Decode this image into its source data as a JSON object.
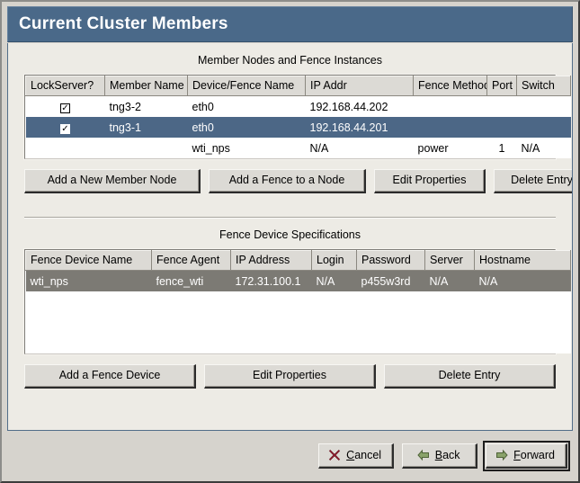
{
  "window": {
    "title": "Current Cluster Members",
    "titlebar_color": "#4a6989",
    "panel_color": "#edebe5"
  },
  "members_section": {
    "heading": "Member Nodes and Fence Instances",
    "columns": [
      "LockServer?",
      "Member Name",
      "Device/Fence Name",
      "IP Addr",
      "Fence Method",
      "Port",
      "Switch"
    ],
    "rows": [
      {
        "lockserver": "✓",
        "member_name": "tng3-2",
        "device_fence_name": "eth0",
        "ip_addr": "192.168.44.202",
        "fence_method": "",
        "port": "",
        "switch": "",
        "selected": false
      },
      {
        "lockserver": "✓",
        "member_name": "tng3-1",
        "device_fence_name": "eth0",
        "ip_addr": "192.168.44.201",
        "fence_method": "",
        "port": "",
        "switch": "",
        "selected": true
      },
      {
        "lockserver": "",
        "member_name": "",
        "device_fence_name": "wti_nps",
        "ip_addr": "N/A",
        "fence_method": "power",
        "port": "1",
        "switch": "N/A",
        "selected": false
      }
    ],
    "selected_row_color": "#4c6786",
    "buttons": [
      "Add a New Member Node",
      "Add a Fence to a Node",
      "Edit Properties",
      "Delete Entry"
    ]
  },
  "fence_section": {
    "heading": "Fence Device Specifications",
    "columns": [
      "Fence Device Name",
      "Fence Agent",
      "IP Address",
      "Login",
      "Password",
      "Server",
      "Hostname"
    ],
    "rows": [
      {
        "fence_device_name": "wti_nps",
        "fence_agent": "fence_wti",
        "ip_address": "172.31.100.1",
        "login": "N/A",
        "password": "p455w3rd",
        "server": "N/A",
        "hostname": "N/A",
        "selected": true
      }
    ],
    "selected_row_color": "#7c7a74",
    "buttons": [
      "Add a Fence Device",
      "Edit Properties",
      "Delete Entry"
    ]
  },
  "action_bar": {
    "cancel": {
      "label_before": "",
      "mnemonic": "C",
      "label_after": "ancel",
      "icon": "cancel-x-icon",
      "icon_color": "#8b1a2b"
    },
    "back": {
      "label_before": "",
      "mnemonic": "B",
      "label_after": "ack",
      "icon": "arrow-left-icon",
      "icon_color": "#7f9a62"
    },
    "forward": {
      "label_before": "",
      "mnemonic": "F",
      "label_after": "orward",
      "icon": "arrow-right-icon",
      "icon_color": "#7f9a62",
      "is_default": true
    }
  }
}
